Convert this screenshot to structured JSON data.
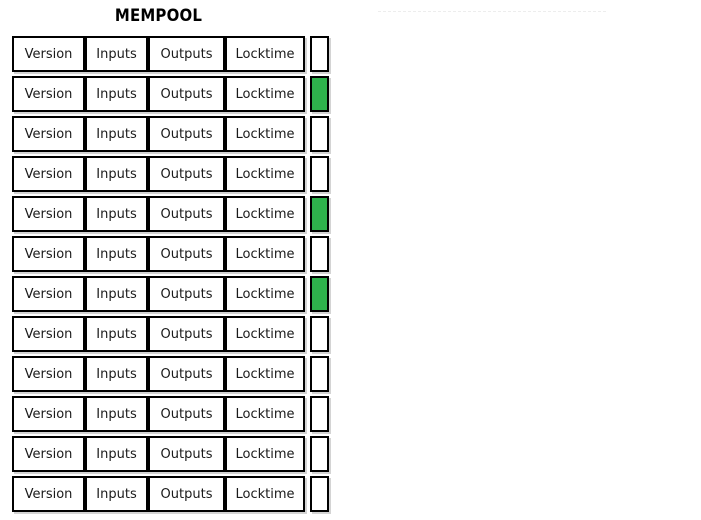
{
  "title": "MEMPOOL",
  "colors": {
    "confirmed": "#2eb24c",
    "cell_background": "#ffffff",
    "border": "#000000",
    "shadow": "#d4d4d4",
    "artifact_line": "#ededed"
  },
  "table": {
    "columns": [
      "Version",
      "Inputs",
      "Outputs",
      "Locktime"
    ],
    "status_column_label": "",
    "row_count": 12,
    "rows": [
      {
        "version": "Version",
        "inputs": "Inputs",
        "outputs": "Outputs",
        "locktime": "Locktime",
        "status": "empty"
      },
      {
        "version": "Version",
        "inputs": "Inputs",
        "outputs": "Outputs",
        "locktime": "Locktime",
        "status": "confirmed"
      },
      {
        "version": "Version",
        "inputs": "Inputs",
        "outputs": "Outputs",
        "locktime": "Locktime",
        "status": "empty"
      },
      {
        "version": "Version",
        "inputs": "Inputs",
        "outputs": "Outputs",
        "locktime": "Locktime",
        "status": "empty"
      },
      {
        "version": "Version",
        "inputs": "Inputs",
        "outputs": "Outputs",
        "locktime": "Locktime",
        "status": "confirmed"
      },
      {
        "version": "Version",
        "inputs": "Inputs",
        "outputs": "Outputs",
        "locktime": "Locktime",
        "status": "empty"
      },
      {
        "version": "Version",
        "inputs": "Inputs",
        "outputs": "Outputs",
        "locktime": "Locktime",
        "status": "confirmed"
      },
      {
        "version": "Version",
        "inputs": "Inputs",
        "outputs": "Outputs",
        "locktime": "Locktime",
        "status": "empty"
      },
      {
        "version": "Version",
        "inputs": "Inputs",
        "outputs": "Outputs",
        "locktime": "Locktime",
        "status": "empty"
      },
      {
        "version": "Version",
        "inputs": "Inputs",
        "outputs": "Outputs",
        "locktime": "Locktime",
        "status": "empty"
      },
      {
        "version": "Version",
        "inputs": "Inputs",
        "outputs": "Outputs",
        "locktime": "Locktime",
        "status": "empty"
      },
      {
        "version": "Version",
        "inputs": "Inputs",
        "outputs": "Outputs",
        "locktime": "Locktime",
        "status": "empty"
      }
    ]
  }
}
